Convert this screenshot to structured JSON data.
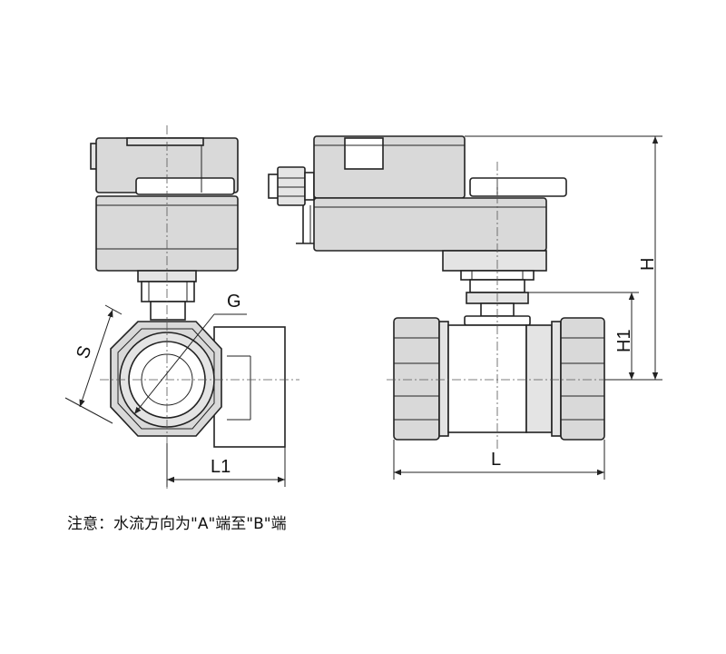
{
  "labels": {
    "G": "G",
    "S": "S",
    "L1": "L1",
    "L": "L",
    "H": "H",
    "H1": "H1"
  },
  "note": "注意：水流方向为\"A\"端至\"B\"端"
}
